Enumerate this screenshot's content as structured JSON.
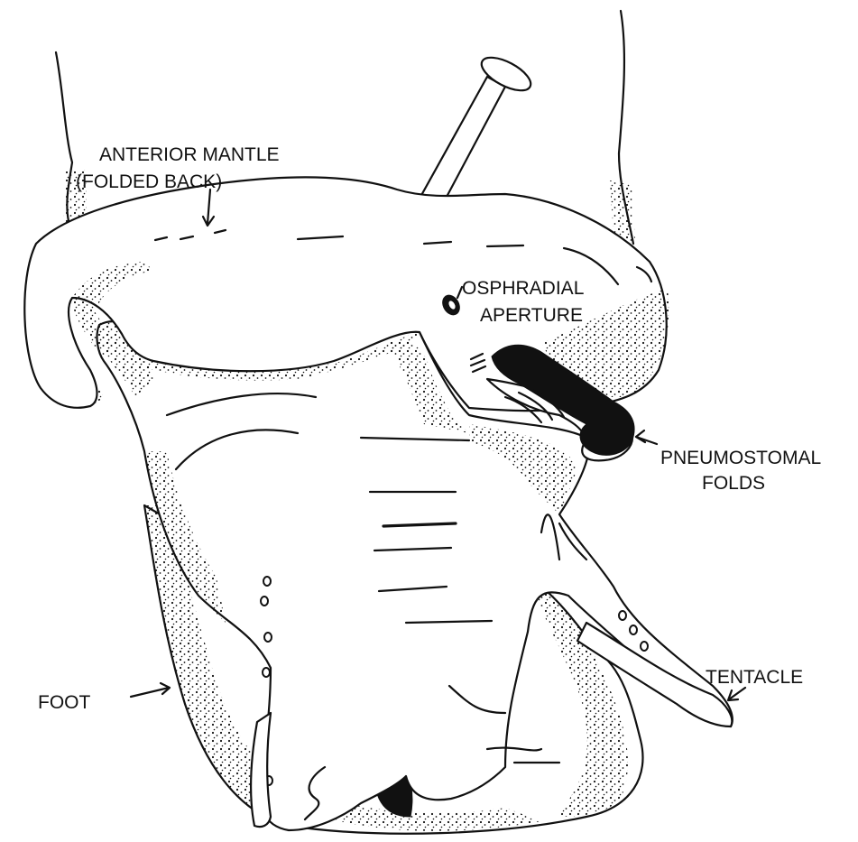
{
  "diagram": {
    "labels": {
      "anterior_mantle_line1": "ANTERIOR MANTLE",
      "anterior_mantle_line2": "(FOLDED BACK)",
      "osphradial_line1": "OSPHRADIAL",
      "osphradial_line2": "APERTURE",
      "pneumostomal_line1": "PNEUMOSTOMAL",
      "pneumostomal_line2": "FOLDS",
      "foot": "FOOT",
      "tentacle": "TENTACLE"
    },
    "colors": {
      "ink": "#111111",
      "paper": "#ffffff"
    }
  }
}
